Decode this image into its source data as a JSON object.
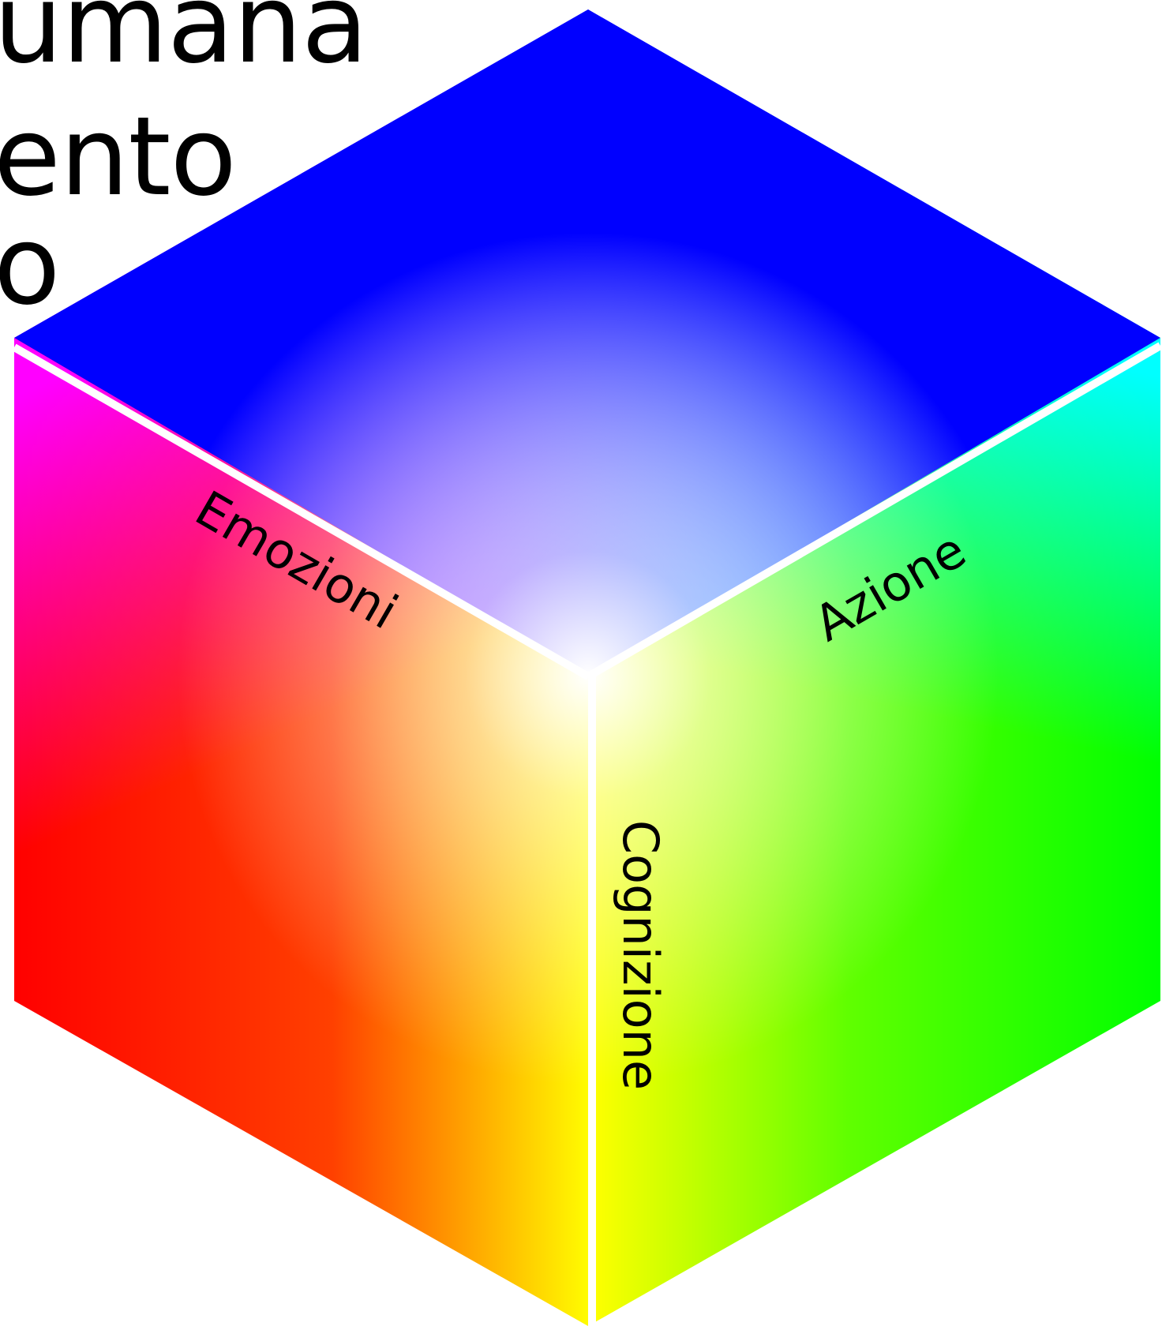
{
  "title_lines": [
    "umana",
    "ento",
    "o"
  ],
  "axes": {
    "emotions": "Emozioni",
    "action": "Azione",
    "cognition": "Cognizione"
  },
  "colors": {
    "red": "#ff0000",
    "green": "#00ff00",
    "blue": "#0000ff",
    "cyan": "#00ffff",
    "magenta": "#ff00ff",
    "yellow": "#ffff00",
    "white": "#ffffff",
    "edge": "#ffffff"
  }
}
